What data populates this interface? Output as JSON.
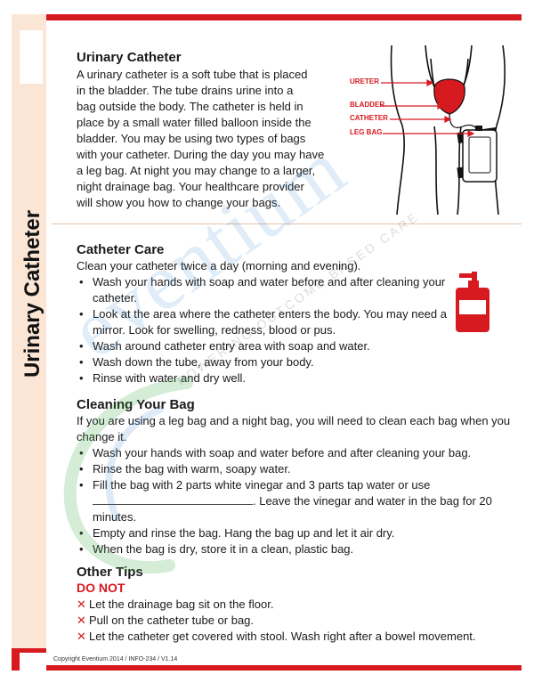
{
  "side_title": "Urinary Catheter",
  "section1": {
    "heading": "Urinary Catheter",
    "lines": [
      "A urinary catheter is a soft tube that is placed",
      "in the bladder. The tube drains urine into a",
      "bag outside the body. The catheter is held in",
      "place by a small water filled balloon inside the",
      "bladder. You may be using two types of bags",
      "with your catheter. During the day you may have",
      "a leg bag. At night you may change to a larger,",
      "night drainage bag. Your healthcare provider",
      "will show you how to change your bags."
    ]
  },
  "diagram": {
    "labels": [
      "URETER",
      "BLADDER",
      "CATHETER",
      "LEG BAG"
    ]
  },
  "section2": {
    "heading": "Catheter Care",
    "intro": "Clean your catheter twice a day (morning and evening).",
    "bullets": [
      "Wash your hands with soap and water before and after cleaning your catheter.",
      "Look at the area where the catheter enters the body. You may need a mirror. Look for swelling, redness, blood or pus.",
      "Wash around catheter entry area with soap and water.",
      "Wash down the tube, away from your body.",
      "Rinse with water and dry well."
    ]
  },
  "section3": {
    "heading": "Cleaning Your Bag",
    "intro": "If you are using a leg bag and a night bag, you will need to clean each bag when you change it.",
    "bullets": [
      "Wash your hands with soap and water before and after cleaning your bag.",
      "Rinse the bag with warm, soapy water."
    ],
    "vinegar_before": "Fill the bag with 2 parts white vinegar and 3 parts tap water or use",
    "vinegar_after": ". Leave the vinegar and water in the bag for 20 minutes.",
    "bullets2": [
      "Empty and rinse the bag. Hang the bag up and let it air dry.",
      "When the bag is dry, store it in a clean, plastic bag."
    ]
  },
  "section4": {
    "heading": "Other Tips",
    "do_not": "DO NOT",
    "items": [
      "Let the drainage bag sit on the floor.",
      "Pull on the catheter tube or bag.",
      "Let the catheter get covered with stool. Wash right after a bowel movement."
    ]
  },
  "watermark": {
    "word": "eventium",
    "tagline": "POWERING OUTCOME BASED CARE"
  },
  "footer": "Copyright Eventium 2014 / INFO-234 / V1.14",
  "colors": {
    "accent_red": "#d71920",
    "side_panel": "#fbe6d6",
    "watermark_blue": "#237ac4",
    "watermark_green": "#3ea84a"
  },
  "icons": [
    "x-icon",
    "soap-bottle-icon"
  ]
}
